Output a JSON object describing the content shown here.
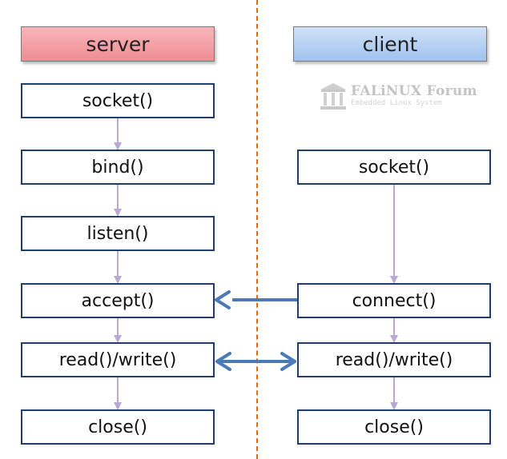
{
  "columns": {
    "server": {
      "header": "server",
      "steps": [
        "socket()",
        "bind()",
        "listen()",
        "accept()",
        "read()/write()",
        "close()"
      ]
    },
    "client": {
      "header": "client",
      "steps": [
        "socket()",
        "connect()",
        "read()/write()",
        "close()"
      ]
    }
  },
  "watermark": {
    "title": "FALiNUX Forum",
    "subtitle": "Embedded Linux System"
  },
  "colors": {
    "divider": "#e26b1a",
    "server_header": "#f18c93",
    "client_header": "#9fc2ee",
    "box_border": "#1e3f6e",
    "flow_arrow": "#b9a7d6",
    "connection_arrow": "#4a7ab8"
  }
}
